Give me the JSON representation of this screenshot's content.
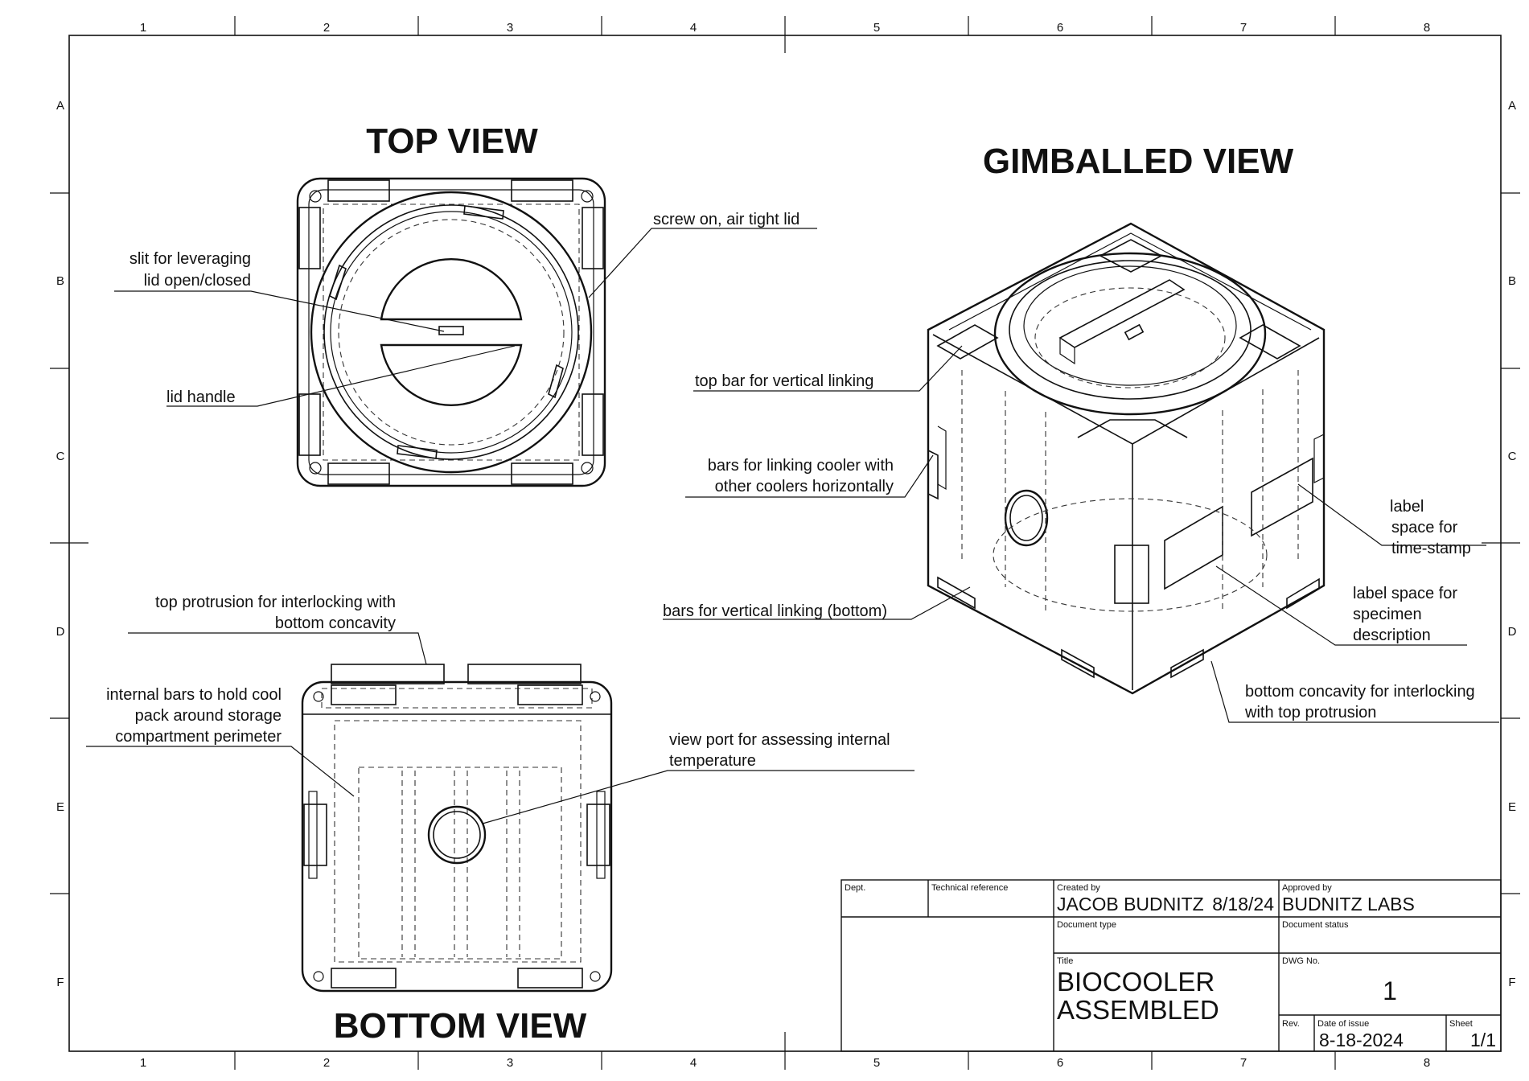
{
  "grid": {
    "columns": [
      "1",
      "2",
      "3",
      "4",
      "5",
      "6",
      "7",
      "8"
    ],
    "rows": [
      "A",
      "B",
      "C",
      "D",
      "E",
      "F"
    ]
  },
  "views": {
    "top": "TOP VIEW",
    "bottom": "BOTTOM VIEW",
    "gimballed": "GIMBALLED VIEW"
  },
  "callouts": {
    "screw_lid": "screw on, air tight lid",
    "slit_1": "slit for leveraging",
    "slit_2": "lid open/closed",
    "lid_handle": "lid handle",
    "top_bar": "top bar for vertical linking",
    "bars_h_1": "bars for linking cooler with",
    "bars_h_2": "other coolers horizontally",
    "label_ts_1": "label",
    "label_ts_2": "space for",
    "label_ts_3": "time-stamp",
    "bars_v_bottom": "bars for vertical linking (bottom)",
    "label_spec_1": "label space for",
    "label_spec_2": "specimen",
    "label_spec_3": "description",
    "top_protrusion_1": "top protrusion for interlocking with",
    "top_protrusion_2": "bottom concavity",
    "bottom_concavity_1": "bottom concavity for interlocking",
    "bottom_concavity_2": "with top protrusion",
    "internal_bars_1": "internal bars to hold cool",
    "internal_bars_2": "pack around storage",
    "internal_bars_3": "compartment perimeter",
    "view_port_1": "view port for assessing internal",
    "view_port_2": "temperature"
  },
  "title_block": {
    "dept_label": "Dept.",
    "tech_ref_label": "Technical reference",
    "created_by_label": "Created by",
    "created_by": "JACOB BUDNITZ",
    "created_date": "8/18/24",
    "approved_by_label": "Approved by",
    "approved_by": "BUDNITZ LABS",
    "doc_type_label": "Document type",
    "doc_status_label": "Document status",
    "title_label": "Title",
    "title_1": "BIOCOOLER",
    "title_2": "ASSEMBLED",
    "dwg_no_label": "DWG No.",
    "dwg_no": "1",
    "rev_label": "Rev.",
    "date_issue_label": "Date of issue",
    "date_issue": "8-18-2024",
    "sheet_label": "Sheet",
    "sheet": "1/1"
  }
}
